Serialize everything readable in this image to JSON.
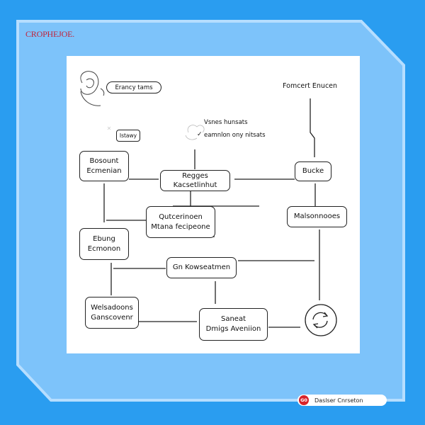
{
  "brand": "CROPHEJOE.",
  "nodes": {
    "pill_top": "Erancy tams",
    "top_right": "Fomcert Enucen",
    "note_line1": "Vsnes hunsats",
    "note_line2": "eamnlon ony nitsats",
    "tiny_tag": "Istawy",
    "bosount_1": "Bosount",
    "bosount_2": "Ecmenian",
    "regges_1": "Regges",
    "regges_2": "Kacsetlinhut",
    "bucke": "Bucke",
    "qut_1": "Qutcerinoen",
    "qut_2": "Mtana fecipeone",
    "mal": "Malsonnooes",
    "ebung_1": "Ebung",
    "ebung_2": "Ecmonon",
    "gnk": "Gn Kowseatmen",
    "wels_1": "Welsadoons",
    "wels_2": "Ganscovenr",
    "saneat_1": "Saneat",
    "saneat_2": "Dmigs Aveniion"
  },
  "footer": {
    "badge": "G0",
    "text": "Daslser Cnrseton"
  },
  "colors": {
    "background": "#2a9df0",
    "card": "#7dc3fa",
    "card_outline": "#b6deff",
    "brand_red": "#c0243c",
    "line": "#222222"
  }
}
